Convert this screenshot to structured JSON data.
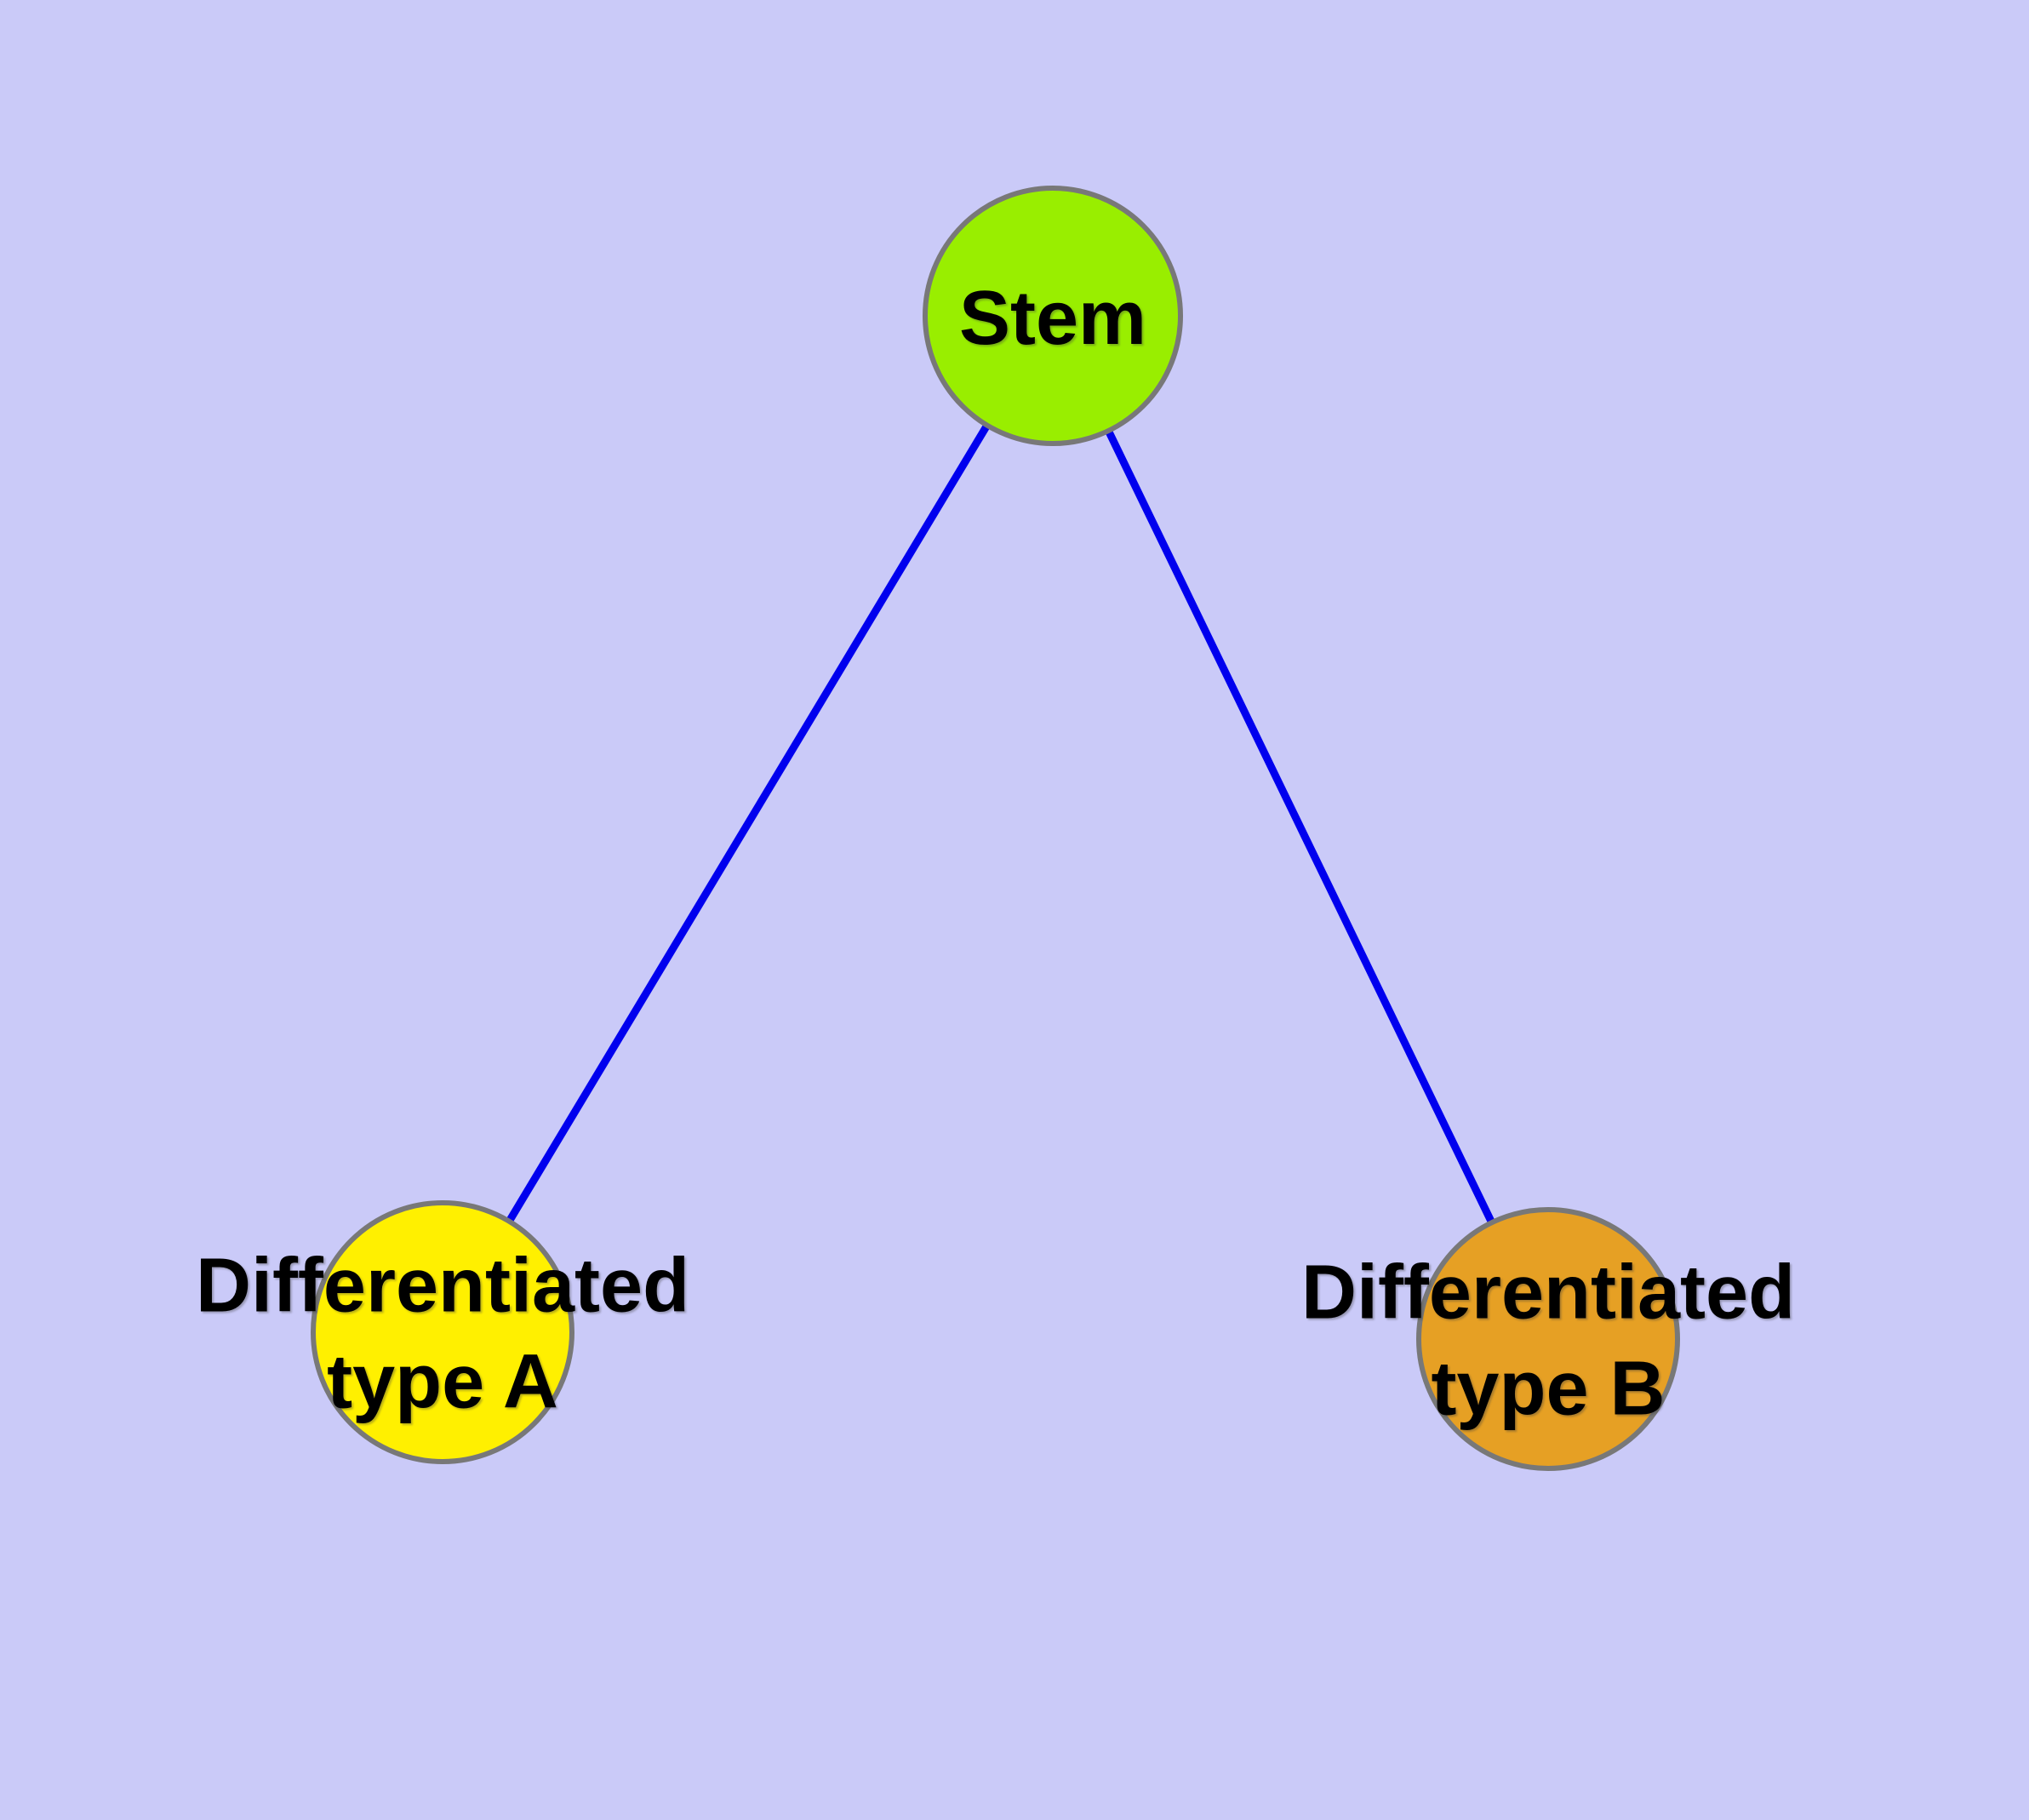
{
  "diagram": {
    "background_color": "#CACAF8",
    "edge_color": "#0000EE",
    "node_border_color": "#787878",
    "nodes": [
      {
        "id": "stem",
        "label": "Stem",
        "fill": "#99EE00"
      },
      {
        "id": "differentiated-type-a",
        "label": "Differentiated\ntype A",
        "fill": "#FFF000"
      },
      {
        "id": "differentiated-type-b",
        "label": "Differentiated\ntype B",
        "fill": "#E6A024"
      }
    ],
    "edges": [
      {
        "from": "stem",
        "to": "differentiated-type-a"
      },
      {
        "from": "stem",
        "to": "differentiated-type-b"
      }
    ]
  }
}
